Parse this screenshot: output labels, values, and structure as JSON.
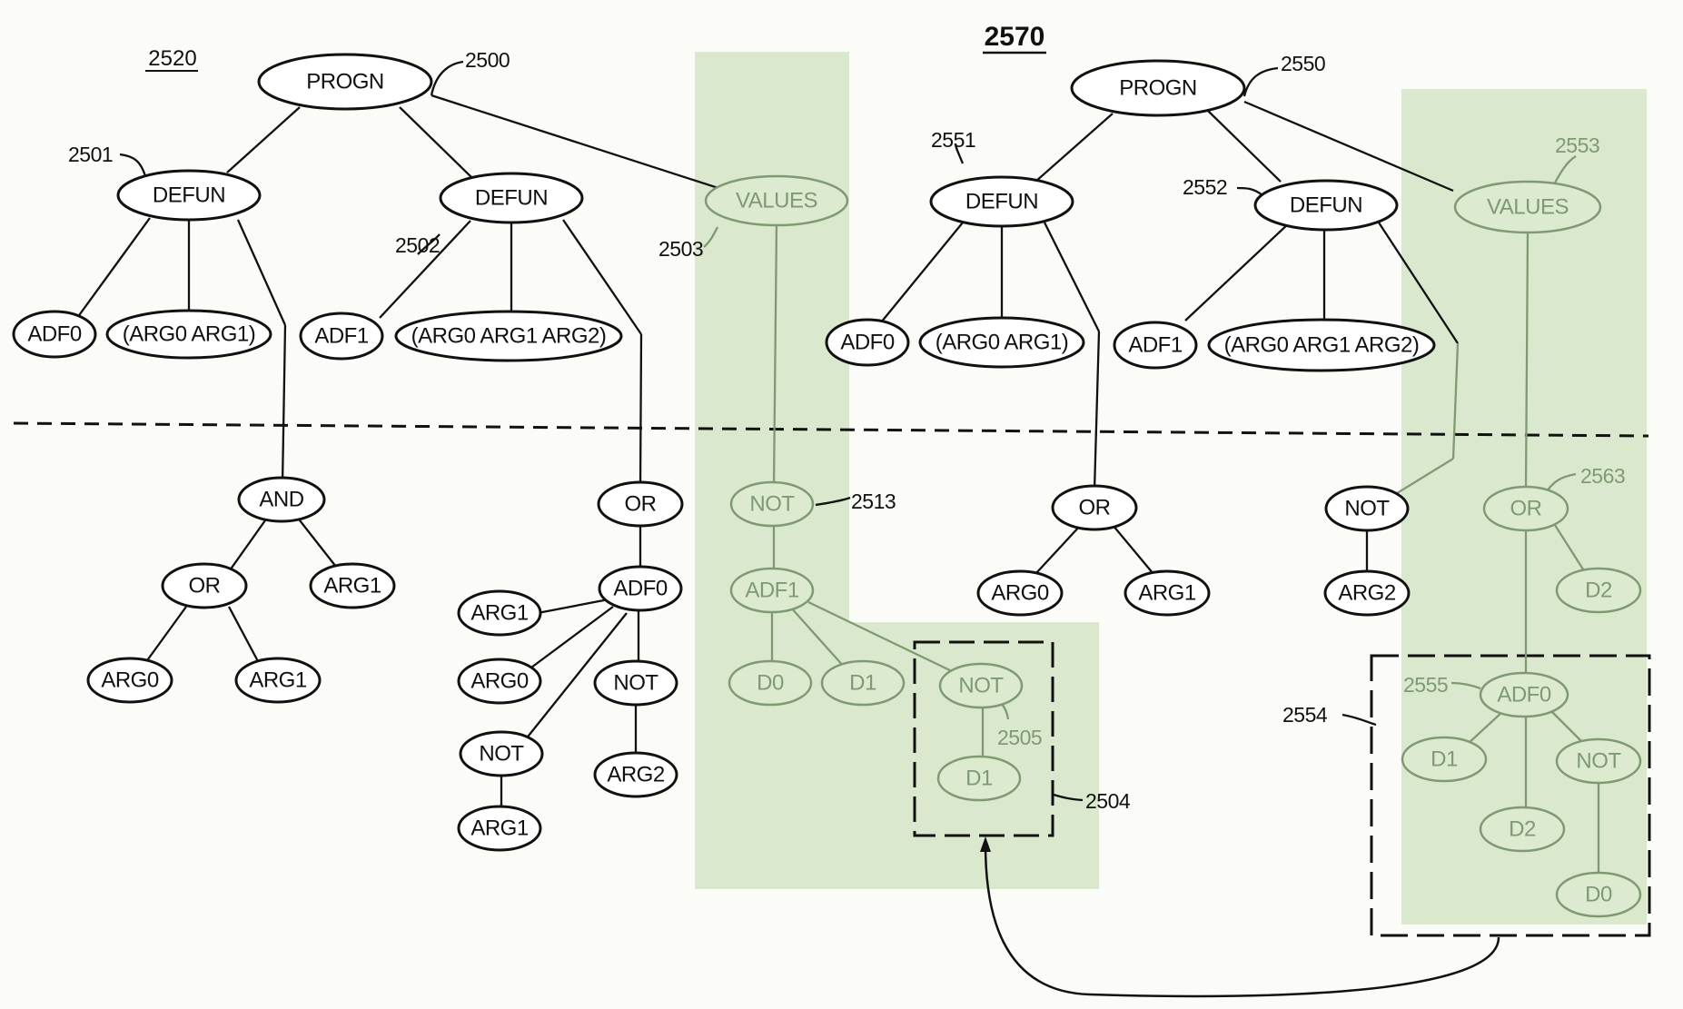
{
  "figure": {
    "label_left": "2520",
    "label_center": "2570"
  },
  "refs": {
    "r2500": "2500",
    "r2501": "2501",
    "r2502": "2502",
    "r2503": "2503",
    "r2504": "2504",
    "r2505": "2505",
    "r2513": "2513",
    "r2550": "2550",
    "r2551": "2551",
    "r2552": "2552",
    "r2553": "2553",
    "r2554": "2554",
    "r2555": "2555",
    "r2563": "2563"
  },
  "nodes": {
    "progn_a": "PROGN",
    "defun_a1": "DEFUN",
    "defun_a2": "DEFUN",
    "values_a": "VALUES",
    "adf0_a": "ADF0",
    "args_a1": "(ARG0 ARG1)",
    "adf1_a": "ADF1",
    "args_a2": "(ARG0 ARG1 ARG2)",
    "and_a": "AND",
    "or_a1": "OR",
    "arg1_a1": "ARG1",
    "arg0_a1": "ARG0",
    "arg1_a2": "ARG1",
    "or_a2": "OR",
    "adf0_a2": "ADF0",
    "arg1_a3": "ARG1",
    "arg0_a2": "ARG0",
    "not_a1": "NOT",
    "not_a2": "NOT",
    "arg2_a1": "ARG2",
    "arg1_a4": "ARG1",
    "not_a3": "NOT",
    "adf1_a2": "ADF1",
    "d0_a": "D0",
    "d1_a": "D1",
    "not_a4": "NOT",
    "d1_a2": "D1",
    "progn_b": "PROGN",
    "defun_b1": "DEFUN",
    "defun_b2": "DEFUN",
    "values_b": "VALUES",
    "adf0_b": "ADF0",
    "args_b1": "(ARG0 ARG1)",
    "adf1_b": "ADF1",
    "args_b2": "(ARG0 ARG1 ARG2)",
    "or_b1": "OR",
    "arg0_b1": "ARG0",
    "arg1_b1": "ARG1",
    "not_b1": "NOT",
    "arg2_b1": "ARG2",
    "or_b2": "OR",
    "d2_b1": "D2",
    "adf0_b2": "ADF0",
    "d1_b": "D1",
    "not_b2": "NOT",
    "d2_b2": "D2",
    "d0_b": "D0"
  },
  "colors": {
    "highlight_fill": "#cfe3bf",
    "highlight_text": "#7f9a72",
    "ink": "#111111"
  }
}
